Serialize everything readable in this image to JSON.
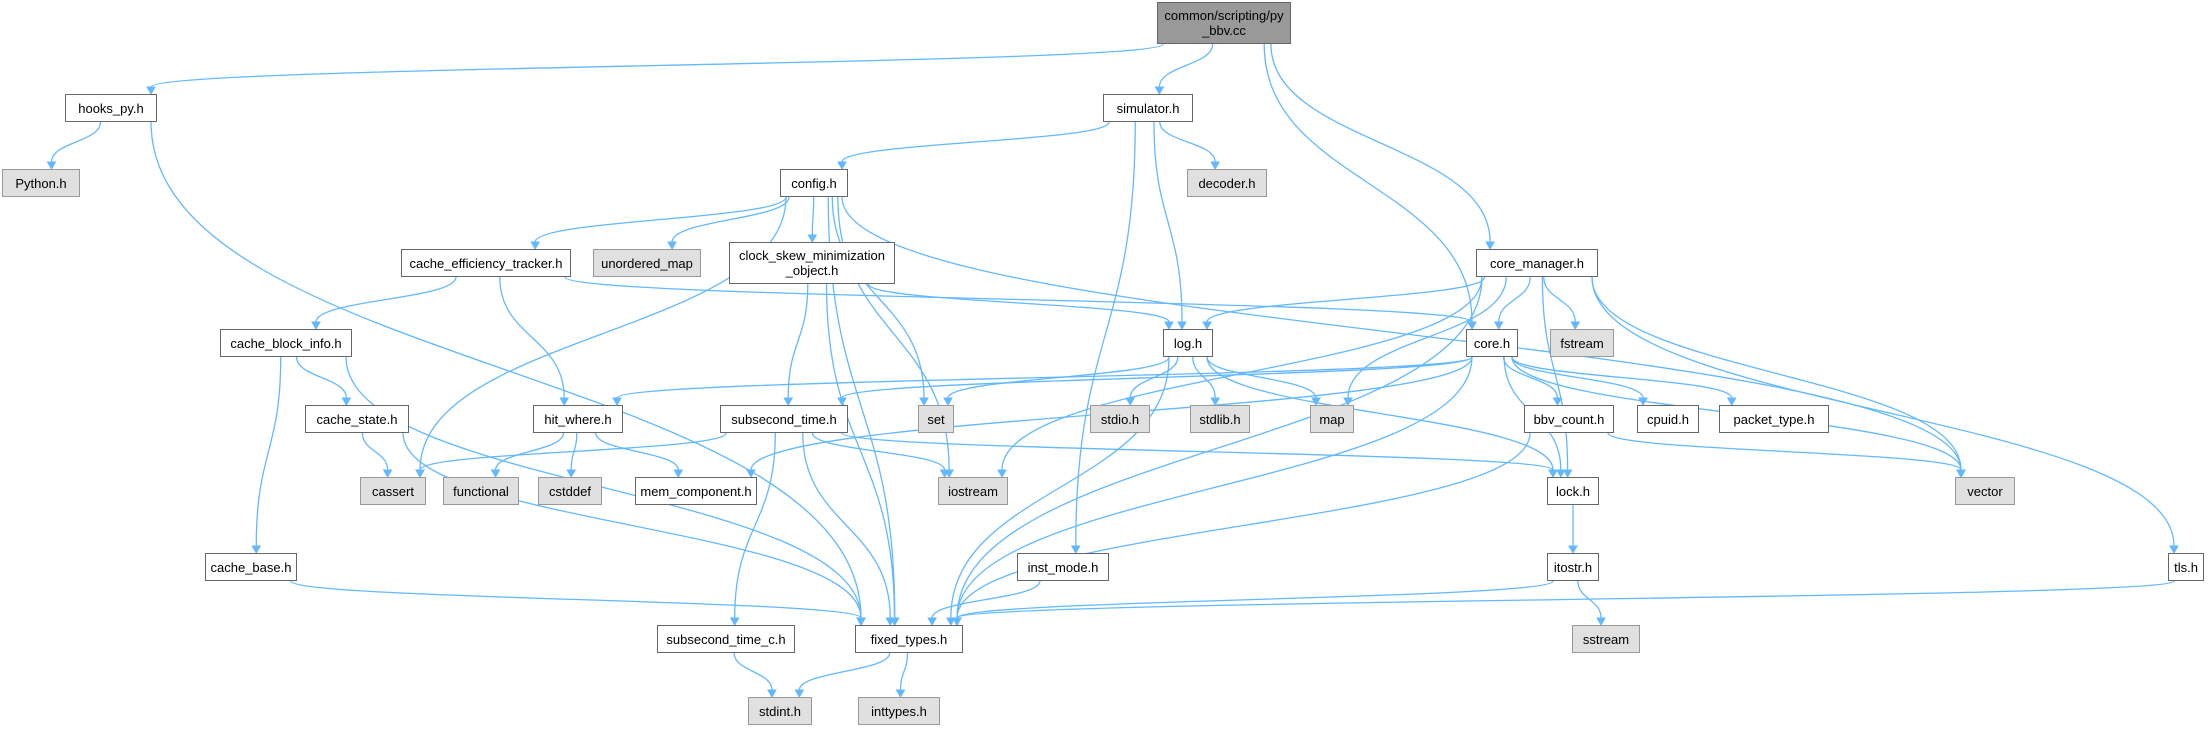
{
  "colors": {
    "edge": "#63b8ff",
    "root_fill": "#999999",
    "node_fill": "#ffffff",
    "external_fill": "#e0e0e0",
    "border": "#666666"
  },
  "nodes": [
    {
      "id": "root",
      "label": "common/scripting/py\n_bbv.cc",
      "kind": "root"
    },
    {
      "id": "hooks_py",
      "label": "hooks_py.h",
      "kind": "file"
    },
    {
      "id": "python",
      "label": "Python.h",
      "kind": "external"
    },
    {
      "id": "simulator",
      "label": "simulator.h",
      "kind": "file"
    },
    {
      "id": "decoder",
      "label": "decoder.h",
      "kind": "external"
    },
    {
      "id": "config",
      "label": "config.h",
      "kind": "file"
    },
    {
      "id": "cache_eff",
      "label": "cache_efficiency_tracker.h",
      "kind": "file"
    },
    {
      "id": "unordered_map",
      "label": "unordered_map",
      "kind": "external"
    },
    {
      "id": "clock_skew",
      "label": "clock_skew_minimization\n_object.h",
      "kind": "file"
    },
    {
      "id": "core_manager",
      "label": "core_manager.h",
      "kind": "file"
    },
    {
      "id": "fstream",
      "label": "fstream",
      "kind": "external"
    },
    {
      "id": "cache_block_info",
      "label": "cache_block_info.h",
      "kind": "file"
    },
    {
      "id": "log",
      "label": "log.h",
      "kind": "file"
    },
    {
      "id": "core",
      "label": "core.h",
      "kind": "file"
    },
    {
      "id": "cache_state",
      "label": "cache_state.h",
      "kind": "file"
    },
    {
      "id": "hit_where",
      "label": "hit_where.h",
      "kind": "file"
    },
    {
      "id": "subsecond_time",
      "label": "subsecond_time.h",
      "kind": "file"
    },
    {
      "id": "set",
      "label": "set",
      "kind": "external"
    },
    {
      "id": "stdio",
      "label": "stdio.h",
      "kind": "external"
    },
    {
      "id": "stdlib",
      "label": "stdlib.h",
      "kind": "external"
    },
    {
      "id": "map",
      "label": "map",
      "kind": "external"
    },
    {
      "id": "bbv_count",
      "label": "bbv_count.h",
      "kind": "file"
    },
    {
      "id": "cpuid",
      "label": "cpuid.h",
      "kind": "file"
    },
    {
      "id": "packet_type",
      "label": "packet_type.h",
      "kind": "file"
    },
    {
      "id": "cassert",
      "label": "cassert",
      "kind": "external"
    },
    {
      "id": "functional",
      "label": "functional",
      "kind": "external"
    },
    {
      "id": "cstddef",
      "label": "cstddef",
      "kind": "external"
    },
    {
      "id": "mem_component",
      "label": "mem_component.h",
      "kind": "file"
    },
    {
      "id": "iostream",
      "label": "iostream",
      "kind": "external"
    },
    {
      "id": "lock",
      "label": "lock.h",
      "kind": "file"
    },
    {
      "id": "vector",
      "label": "vector",
      "kind": "external"
    },
    {
      "id": "cache_base",
      "label": "cache_base.h",
      "kind": "file"
    },
    {
      "id": "inst_mode",
      "label": "inst_mode.h",
      "kind": "file"
    },
    {
      "id": "itostr",
      "label": "itostr.h",
      "kind": "file"
    },
    {
      "id": "tls",
      "label": "tls.h",
      "kind": "file"
    },
    {
      "id": "subsecond_time_c",
      "label": "subsecond_time_c.h",
      "kind": "file"
    },
    {
      "id": "fixed_types",
      "label": "fixed_types.h",
      "kind": "file"
    },
    {
      "id": "sstream",
      "label": "sstream",
      "kind": "external"
    },
    {
      "id": "stdint",
      "label": "stdint.h",
      "kind": "external"
    },
    {
      "id": "inttypes",
      "label": "inttypes.h",
      "kind": "external"
    }
  ],
  "edges": [
    [
      "root",
      "hooks_py"
    ],
    [
      "root",
      "simulator"
    ],
    [
      "root",
      "core"
    ],
    [
      "root",
      "core_manager"
    ],
    [
      "hooks_py",
      "python"
    ],
    [
      "hooks_py",
      "fixed_types"
    ],
    [
      "simulator",
      "config"
    ],
    [
      "simulator",
      "decoder"
    ],
    [
      "simulator",
      "log"
    ],
    [
      "simulator",
      "inst_mode"
    ],
    [
      "config",
      "cache_eff"
    ],
    [
      "config",
      "unordered_map"
    ],
    [
      "config",
      "clock_skew"
    ],
    [
      "config",
      "set"
    ],
    [
      "config",
      "vector"
    ],
    [
      "config",
      "cassert"
    ],
    [
      "config",
      "iostream"
    ],
    [
      "config",
      "fixed_types"
    ],
    [
      "cache_eff",
      "cache_block_info"
    ],
    [
      "cache_eff",
      "hit_where"
    ],
    [
      "cache_eff",
      "core"
    ],
    [
      "clock_skew",
      "log"
    ],
    [
      "clock_skew",
      "subsecond_time"
    ],
    [
      "clock_skew",
      "fixed_types"
    ],
    [
      "core_manager",
      "core"
    ],
    [
      "core_manager",
      "fstream"
    ],
    [
      "core_manager",
      "log"
    ],
    [
      "core_manager",
      "map"
    ],
    [
      "core_manager",
      "iostream"
    ],
    [
      "core_manager",
      "vector"
    ],
    [
      "core_manager",
      "lock"
    ],
    [
      "core_manager",
      "tls"
    ],
    [
      "core_manager",
      "fixed_types"
    ],
    [
      "cache_block_info",
      "cache_state"
    ],
    [
      "cache_block_info",
      "cache_base"
    ],
    [
      "cache_block_info",
      "fixed_types"
    ],
    [
      "cache_state",
      "cassert"
    ],
    [
      "cache_state",
      "fixed_types"
    ],
    [
      "cache_base",
      "fixed_types"
    ],
    [
      "log",
      "set"
    ],
    [
      "log",
      "stdio"
    ],
    [
      "log",
      "stdlib"
    ],
    [
      "log",
      "map"
    ],
    [
      "log",
      "lock"
    ],
    [
      "log",
      "fixed_types"
    ],
    [
      "core",
      "hit_where"
    ],
    [
      "core",
      "subsecond_time"
    ],
    [
      "core",
      "bbv_count"
    ],
    [
      "core",
      "cpuid"
    ],
    [
      "core",
      "packet_type"
    ],
    [
      "core",
      "mem_component"
    ],
    [
      "core",
      "lock"
    ],
    [
      "core",
      "vector"
    ],
    [
      "core",
      "fixed_types"
    ],
    [
      "hit_where",
      "functional"
    ],
    [
      "hit_where",
      "cstddef"
    ],
    [
      "hit_where",
      "mem_component"
    ],
    [
      "subsecond_time",
      "cassert"
    ],
    [
      "subsecond_time",
      "iostream"
    ],
    [
      "subsecond_time",
      "lock"
    ],
    [
      "subsecond_time",
      "subsecond_time_c"
    ],
    [
      "subsecond_time",
      "fixed_types"
    ],
    [
      "bbv_count",
      "vector"
    ],
    [
      "bbv_count",
      "fixed_types"
    ],
    [
      "lock",
      "itostr"
    ],
    [
      "itostr",
      "sstream"
    ],
    [
      "itostr",
      "fixed_types"
    ],
    [
      "inst_mode",
      "fixed_types"
    ],
    [
      "tls",
      "fixed_types"
    ],
    [
      "subsecond_time_c",
      "stdint"
    ],
    [
      "fixed_types",
      "stdint"
    ],
    [
      "fixed_types",
      "inttypes"
    ]
  ]
}
